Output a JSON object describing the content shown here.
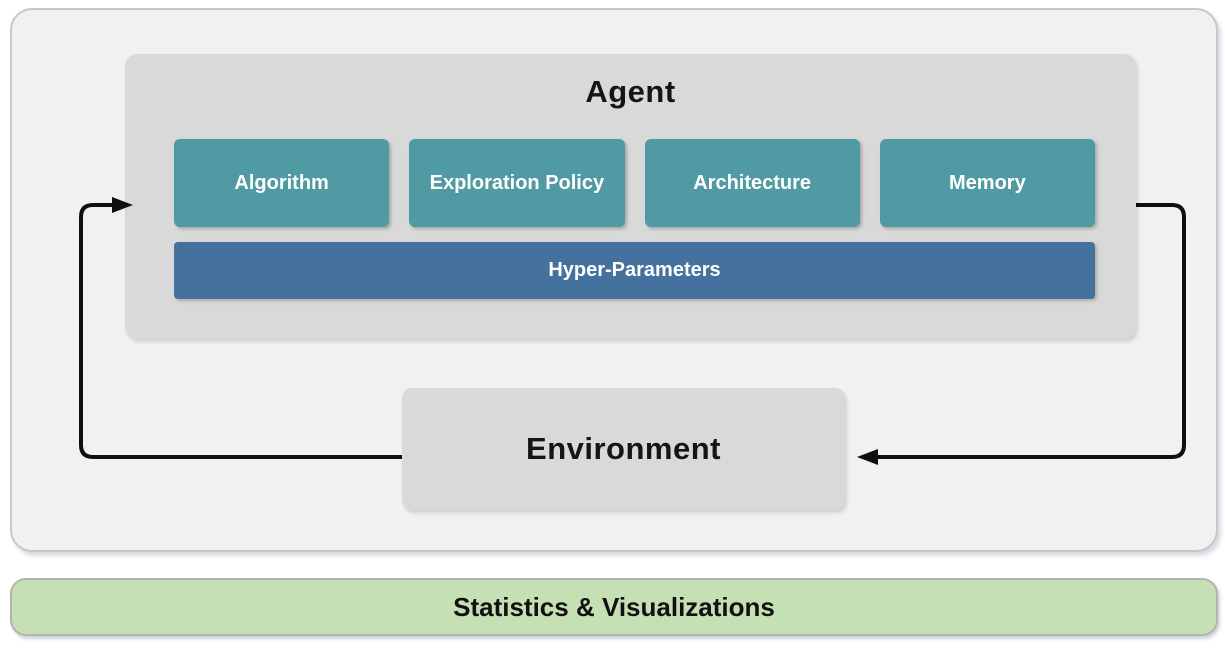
{
  "diagram": {
    "agent": {
      "title": "Agent",
      "modules": [
        {
          "label": "Algorithm"
        },
        {
          "label": "Exploration Policy"
        },
        {
          "label": "Architecture"
        },
        {
          "label": "Memory"
        }
      ],
      "hyper_parameters_label": "Hyper-Parameters"
    },
    "environment": {
      "title": "Environment"
    },
    "footer": {
      "title": "Statistics & Visualizations"
    },
    "arrows": [
      {
        "name": "environment-to-agent",
        "from": "Environment",
        "to": "Agent"
      },
      {
        "name": "agent-to-environment",
        "from": "Agent",
        "to": "Environment"
      }
    ],
    "colors": {
      "module_fill": "#4F9AA3",
      "hyper_parameters_fill": "#44719E",
      "panel_fill": "#D9D9D9",
      "outer_fill": "#F1F1F2",
      "footer_fill": "#C5E0B3",
      "arrow": "#0F0F0F"
    }
  }
}
